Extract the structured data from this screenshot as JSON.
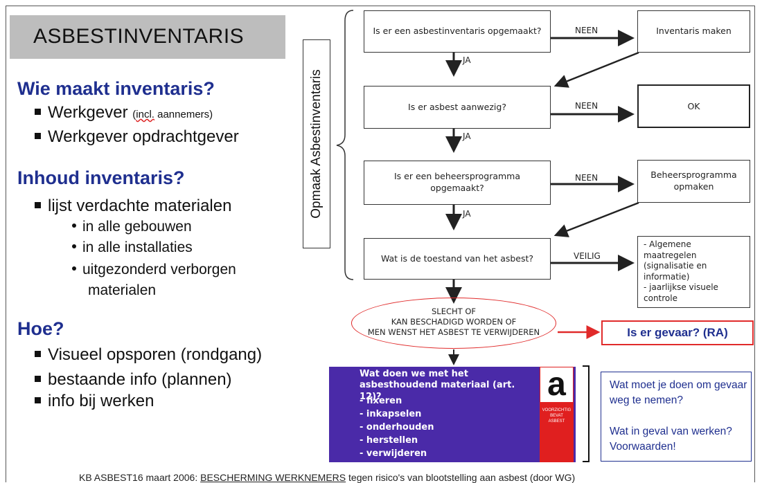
{
  "title": "ASBESTINVENTARIS",
  "left": {
    "who_heading": "Wie maakt inventaris?",
    "who_items": [
      "Werkgever",
      "Werkgever opdrachtgever"
    ],
    "who_note": "(incl. aannemers)",
    "who_note_underlined": "incl.",
    "who_note_rest": " aannemers)",
    "content_heading": "Inhoud inventaris?",
    "content_item": "lijst verdachte materialen",
    "content_subitems": [
      "in alle gebouwen",
      "in alle installaties",
      "uitgezonderd verborgen"
    ],
    "content_subitem_cont": "materialen",
    "how_heading": "Hoe?",
    "how_items": [
      "Visueel opsporen (rondgang)",
      "bestaande info (plannen)",
      "info bij werken"
    ]
  },
  "flow": {
    "side_label": "Opmaak Asbestinventaris",
    "q1": "Is er een asbestinventaris opgemaakt?",
    "q2": "Is er asbest aanwezig?",
    "q3": "Is er een beheersprogramma opgemaakt?",
    "q4": "Wat is de toestand van het asbest?",
    "r1": "Inventaris maken",
    "r2": "OK",
    "r3": "Beheersprogramma opmaken",
    "r4_lines": [
      "Algemene maatregelen (signalisatie en informatie)",
      "jaarlijkse visuele controle"
    ],
    "neen": "NEEN",
    "ja": "JA",
    "veilig": "VEILIG",
    "ellipse_lines": [
      "SLECHT OF",
      "KAN BESCHADIGD WORDEN OF",
      "MEN WENST HET ASBEST TE VERWIJDEREN"
    ],
    "danger": "Is er gevaar? (RA)",
    "measures_title": "Wat doen we met het asbesthoudend materiaal (art. 12)?",
    "measures": [
      "- fixeren",
      "- inkapselen",
      "- onderhouden",
      "- herstellen",
      "- verwijderen"
    ],
    "logo_letter": "a",
    "logo_text": [
      "VOORZICHTIG",
      "BEVAT",
      "ASBEST"
    ],
    "questions": [
      "Wat moet je doen om gevaar weg te nemen?",
      "Wat in geval van werken? Voorwaarden!"
    ]
  },
  "footer": {
    "prefix": "KB ASBEST16 maart 2006:  ",
    "underlined": "BESCHERMING WERKNEMERS",
    "suffix": " tegen risico's van blootstelling aan asbest (door WG)"
  },
  "colors": {
    "heading": "#1f2f8f",
    "purple": "#4a2aa8",
    "red": "#e02a2a",
    "title_bg": "#bdbdbd"
  }
}
